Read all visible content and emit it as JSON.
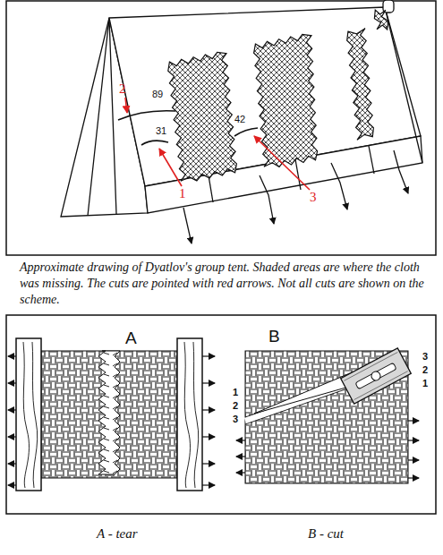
{
  "diagram": {
    "caption": "Approximate drawing of Dyatlov's group tent. Shaded areas are where the cloth was missing. The cuts are pointed with red arrows. Not all cuts are shown on the scheme.",
    "labels": [
      "2",
      "89",
      "31",
      "1",
      "42",
      "3",
      "A",
      "B",
      "1",
      "2",
      "3",
      "3",
      "2",
      "1",
      "A - tear",
      "B - cut"
    ]
  }
}
